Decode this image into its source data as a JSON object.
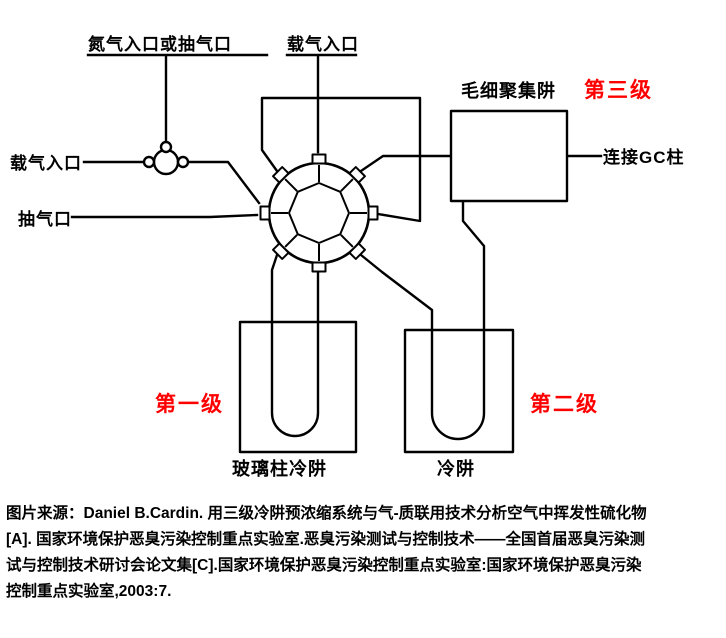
{
  "figure": {
    "labels": {
      "nitrogen_inlet": "氮气入口或抽气口",
      "carrier_inlet_top": "载气入口",
      "carrier_inlet_left": "载气入口",
      "pump_port": "抽气口",
      "capillary_trap": "毛细聚集阱",
      "gc_column": "连接GC柱",
      "glass_trap": "玻璃柱冷阱",
      "cold_trap": "冷阱"
    },
    "stages": {
      "first": "第一级",
      "second": "第二级",
      "third": "第三级",
      "highlight_color": "#ff0000"
    },
    "line_color": "#000000"
  },
  "caption": {
    "lines": [
      "图片来源：Daniel B.Cardin. 用三级冷阱预浓缩系统与气-质联用技术分析空气中挥发性硫化物",
      "[A]. 国家环境保护恶臭污染控制重点实验室.恶臭污染测试与控制技术——全国首届恶臭污染测",
      "试与控制技术研讨会论文集[C].国家环境保护恶臭污染控制重点实验室:国家环境保护恶臭污染",
      "控制重点实验室,2003:7."
    ]
  }
}
